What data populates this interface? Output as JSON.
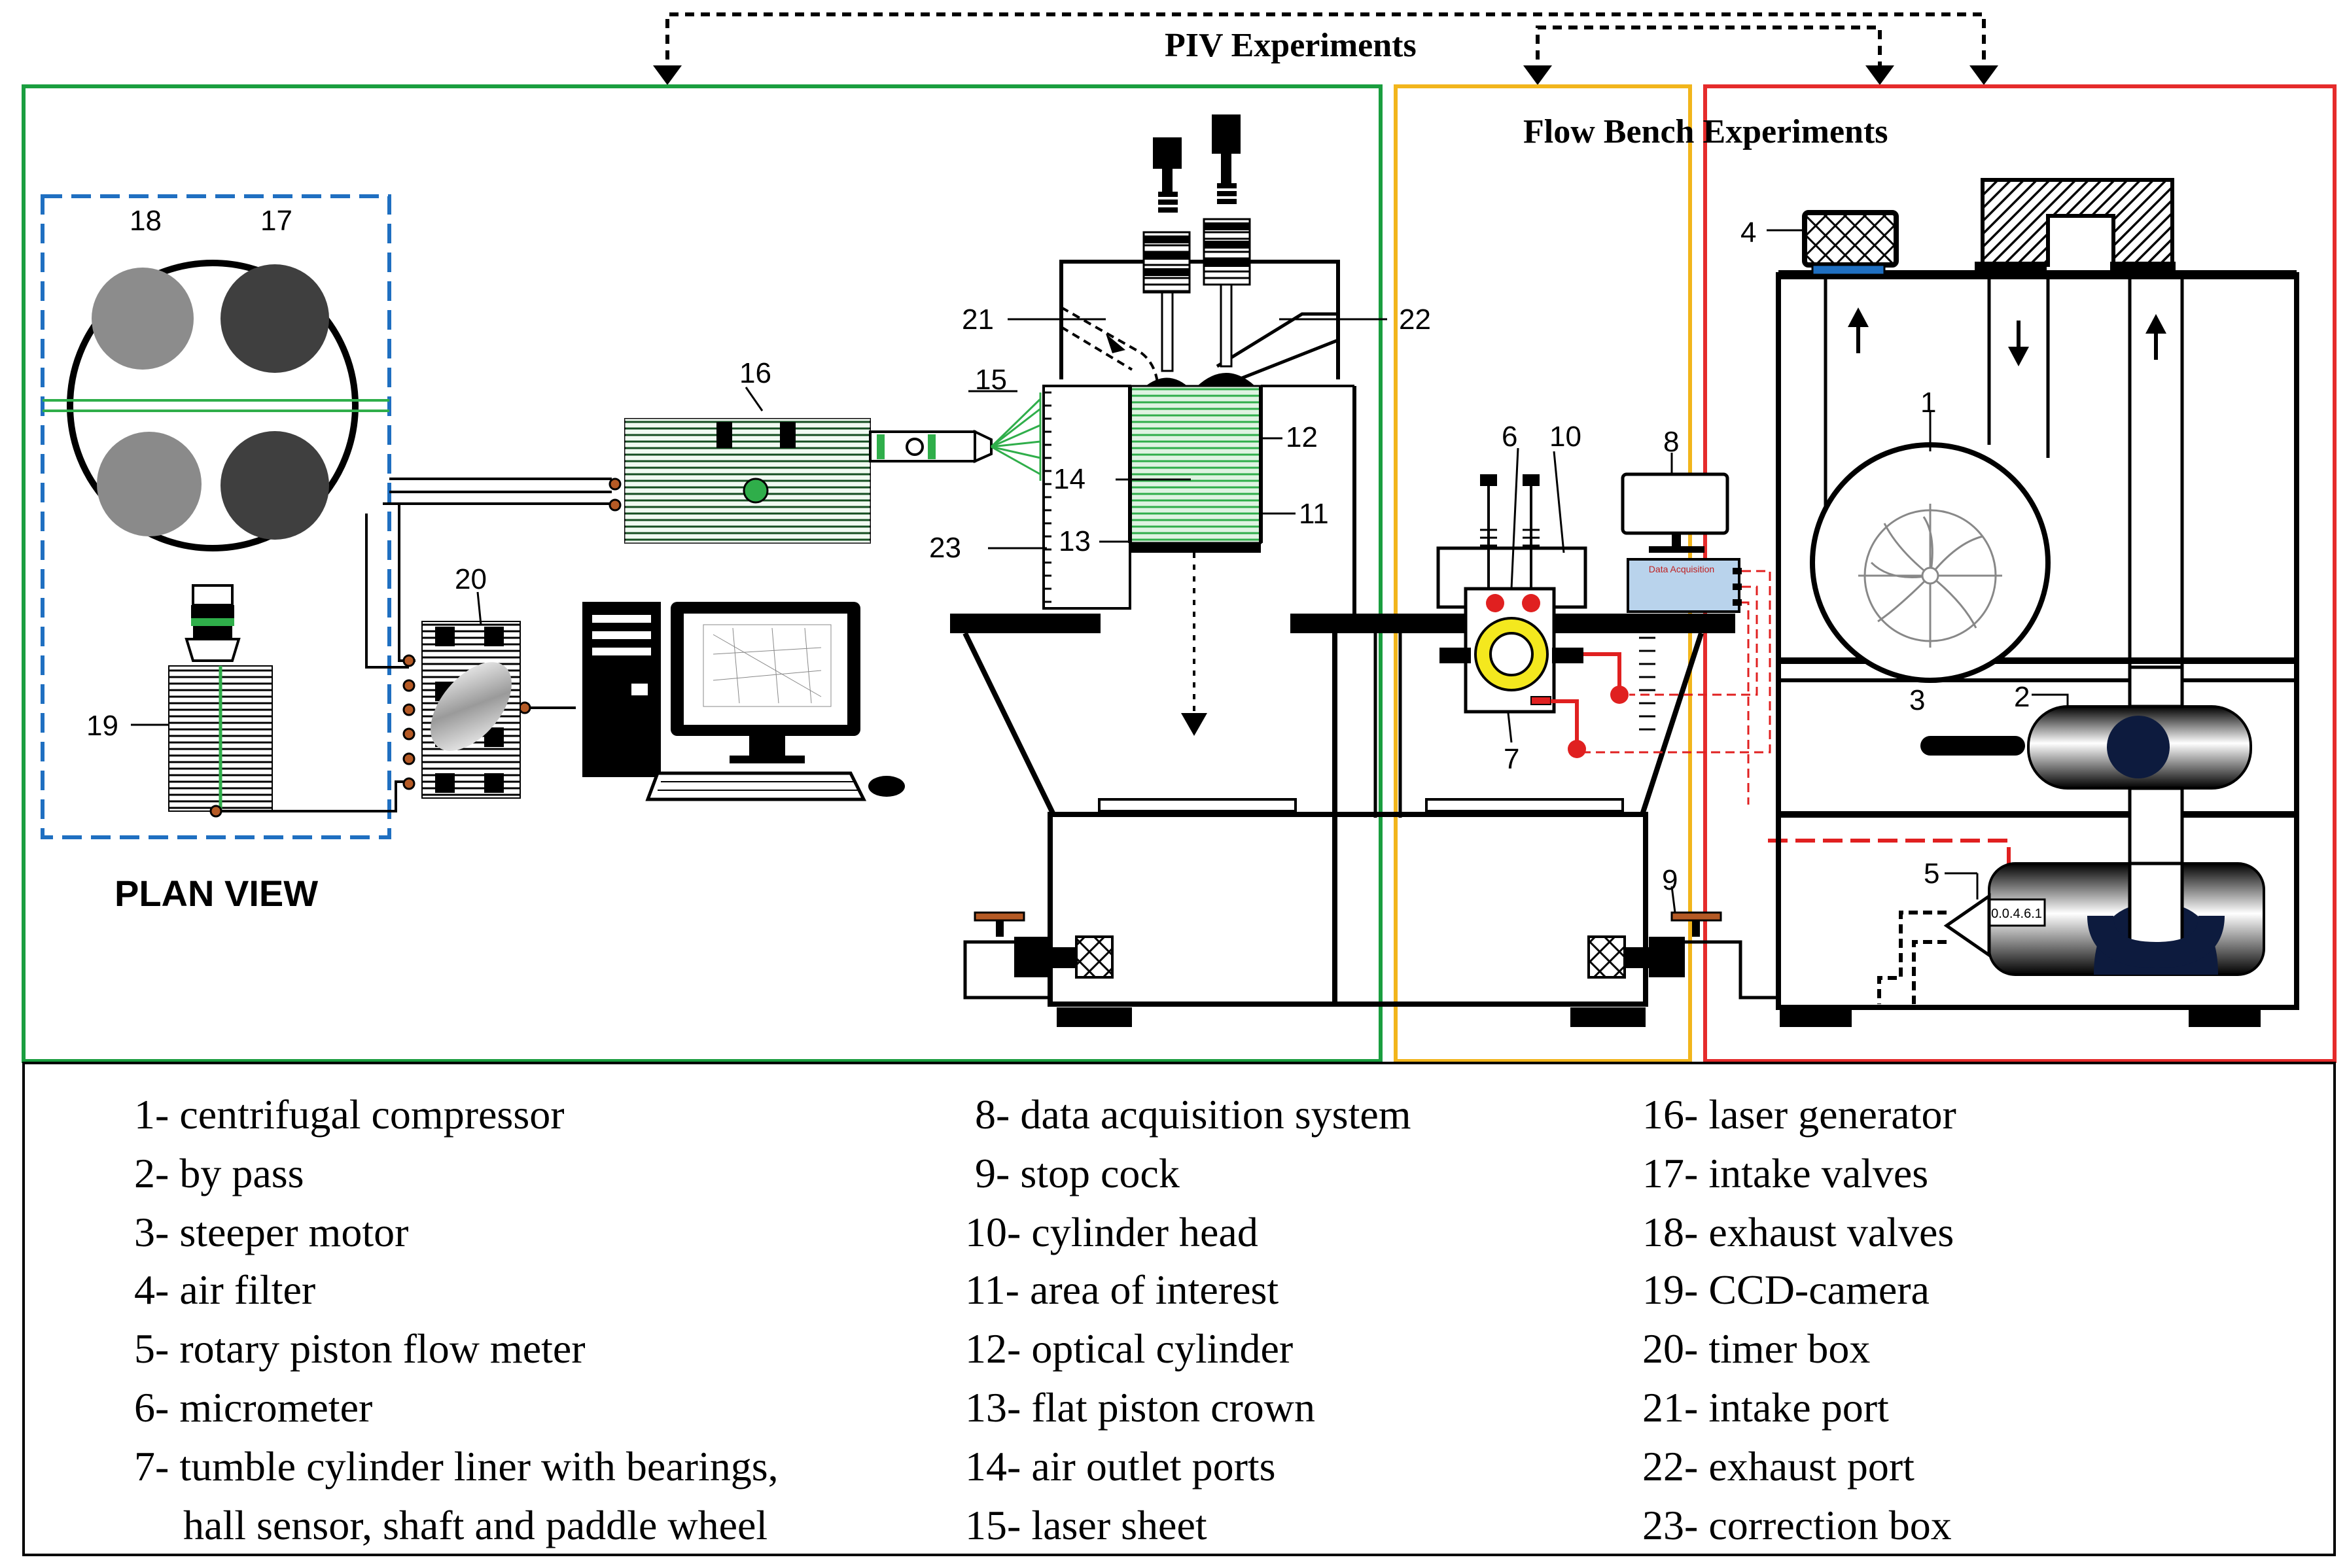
{
  "titles": {
    "piv": "PIV Experiments",
    "flow_bench": "Flow Bench Experiments",
    "plan_view": "PLAN VIEW"
  },
  "callouts": {
    "c1": "1",
    "c2": "2",
    "c3": "3",
    "c4": "4",
    "c5": "5",
    "c6": "6",
    "c7": "7",
    "c8": "8",
    "c9": "9",
    "c10": "10",
    "c11": "11",
    "c12": "12",
    "c13": "13",
    "c14": "14",
    "c15": "15",
    "c16": "16",
    "c17": "17",
    "c18": "18",
    "c19": "19",
    "c20": "20",
    "c21": "21",
    "c22": "22",
    "c23": "23"
  },
  "daq_label": "Data Acquisition",
  "flowmeter_reading": "0.0.4.6.1",
  "legend": {
    "col1": [
      "1- centrifugal compressor",
      "2- by pass",
      "3- steeper motor",
      "4- air filter",
      "5- rotary piston flow meter",
      "6- micrometer",
      "7- tumble cylinder liner with bearings,",
      "hall sensor, shaft and paddle wheel"
    ],
    "col2": [
      "8- data acquisition system",
      "9- stop cock",
      "10- cylinder head",
      "11- area of interest",
      "12- optical cylinder",
      "13- flat piston crown",
      "14- air outlet ports",
      "15- laser sheet"
    ],
    "col3": [
      "16- laser generator",
      "17- intake valves",
      "18- exhaust valves",
      "19- CCD-camera",
      "20- timer box",
      "21- intake port",
      "22- exhaust port",
      "23- correction box"
    ]
  },
  "colors": {
    "piv_box": "#1a9e3f",
    "flow_bench_box": "#f2b51b",
    "compressor_box": "#e52b2b",
    "plan_view_box": "#1f6fc1",
    "laser": "#2fae4a",
    "signal": "#e02020"
  }
}
